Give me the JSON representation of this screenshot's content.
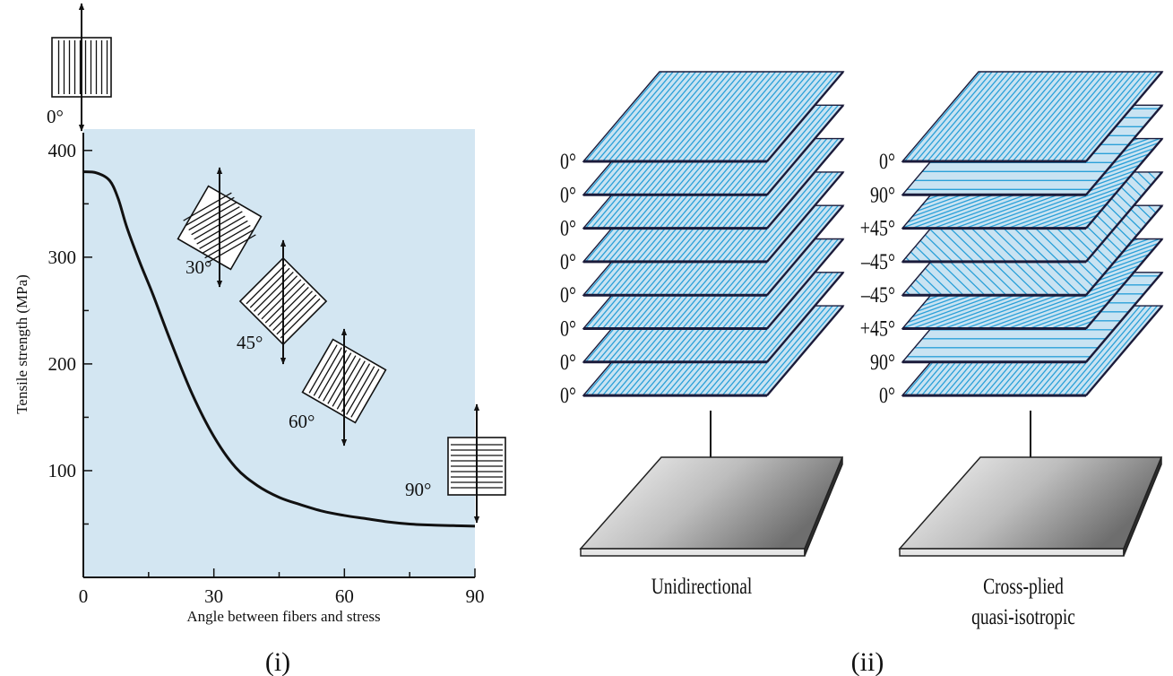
{
  "colors": {
    "plot_bg": "#d3e6f2",
    "ply_fill": "#c9e3f2",
    "ply_line": "#2aa0d8",
    "curve": "#111111"
  },
  "panel_i": {
    "caption": "(i)",
    "top_icon_label": "0°",
    "sample_labels": [
      "30°",
      "45°",
      "60°",
      "90°"
    ]
  },
  "chart_data": {
    "type": "line",
    "xlabel": "Angle between fibers and stress",
    "ylabel": "Tensile strength (MPa)",
    "xlim": [
      0,
      90
    ],
    "ylim": [
      0,
      420
    ],
    "x_ticks": [
      "0",
      "30",
      "60",
      "90"
    ],
    "y_ticks": [
      "100",
      "200",
      "300",
      "400"
    ],
    "series": [
      {
        "x": [
          0,
          3,
          6,
          8,
          10,
          13,
          16,
          20,
          25,
          30,
          35,
          40,
          45,
          50,
          55,
          60,
          65,
          70,
          75,
          80,
          85,
          90
        ],
        "y": [
          380,
          379,
          372,
          355,
          328,
          295,
          265,
          222,
          172,
          132,
          103,
          86,
          75,
          68,
          62,
          58,
          55,
          52,
          50,
          49,
          48.5,
          48
        ]
      }
    ]
  },
  "panel_ii": {
    "caption": "(ii)",
    "unidirectional": {
      "ply_labels": [
        "0°",
        "0°",
        "0°",
        "0°",
        "0°",
        "0°",
        "0°",
        "0°"
      ],
      "ply_angles": [
        0,
        0,
        0,
        0,
        0,
        0,
        0,
        0
      ],
      "caption": "Unidirectional"
    },
    "cross_plied": {
      "ply_labels": [
        "0°",
        "90°",
        "+45°",
        "–45°",
        "–45°",
        "+45°",
        "90°",
        "0°"
      ],
      "ply_angles": [
        0,
        90,
        45,
        -45,
        -45,
        45,
        90,
        0
      ],
      "caption_line1": "Cross-plied",
      "caption_line2": "quasi-isotropic"
    }
  }
}
